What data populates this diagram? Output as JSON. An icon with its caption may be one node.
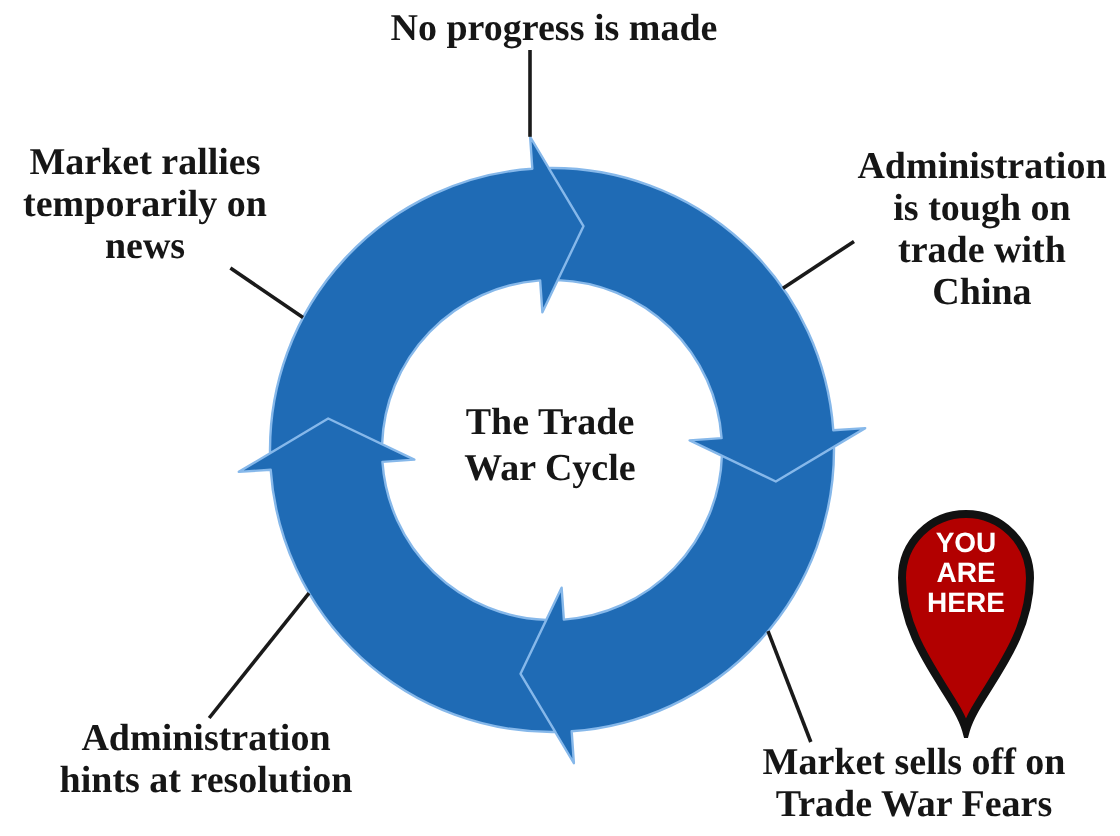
{
  "diagram": {
    "title": "The Trade War Cycle",
    "nodes": [
      {
        "text": [
          "No progress is made"
        ]
      },
      {
        "text": [
          "Market rallies temporarily on news"
        ]
      },
      {
        "text": [
          "Administration is tough on trade with China"
        ]
      },
      {
        "text": [],
        "shape": "ring"
      },
      {
        "text": [
          "YOU ARE HERE"
        ]
      },
      {
        "text": [
          "Administration hints at resolution"
        ]
      },
      {
        "text": [
          "Market sells off on Trade War Fears"
        ]
      }
    ],
    "edges": [
      {
        "from": 0,
        "to": 3,
        "arrow": "none"
      },
      {
        "from": 1,
        "to": 3,
        "arrow": "none"
      },
      {
        "from": 2,
        "to": 3,
        "arrow": "none"
      },
      {
        "from": 5,
        "to": 3,
        "arrow": "none"
      },
      {
        "from": 6,
        "to": 3,
        "arrow": "none"
      }
    ]
  }
}
